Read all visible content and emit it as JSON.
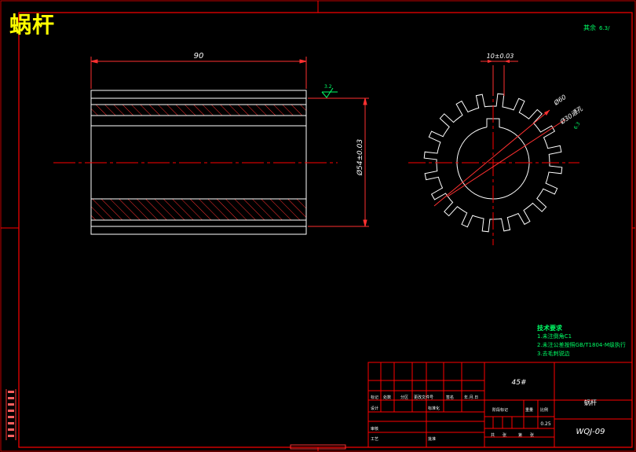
{
  "drawing": {
    "big_title": "蜗杆",
    "top_right_note": "其余",
    "top_right_roughness": "6.3/",
    "roughness_symbol_left": "3.2",
    "dim_length": "90",
    "dim_outer_dia": "Ø54±0.03",
    "dim_keyway": "10±0.03",
    "dim_bore": "Ø60",
    "dim_hole": "Ø30通孔",
    "dim_small_rough": "6.3"
  },
  "tech_notes": {
    "heading": "技术要求",
    "lines": [
      "1.未注倒角C1",
      "2.未注公差按照GB/T1804-M级执行",
      "3.去毛刺锐边"
    ]
  },
  "title_block": {
    "material": "45#",
    "part_name": "蜗杆",
    "drawing_no": "WQJ-09",
    "scale_value": "0.25",
    "row_labels": [
      "标记",
      "设计",
      "审核",
      "工艺"
    ],
    "col_labels": [
      "处数",
      "分区",
      "更改文件号",
      "签名",
      "年.月.日"
    ],
    "std_label": "标准化",
    "approve_label": "批准",
    "stage_label": "阶段标记",
    "weight_label": "重量",
    "scale_label": "比例",
    "sheet_labels": [
      "共",
      "张",
      "第",
      "张"
    ]
  }
}
